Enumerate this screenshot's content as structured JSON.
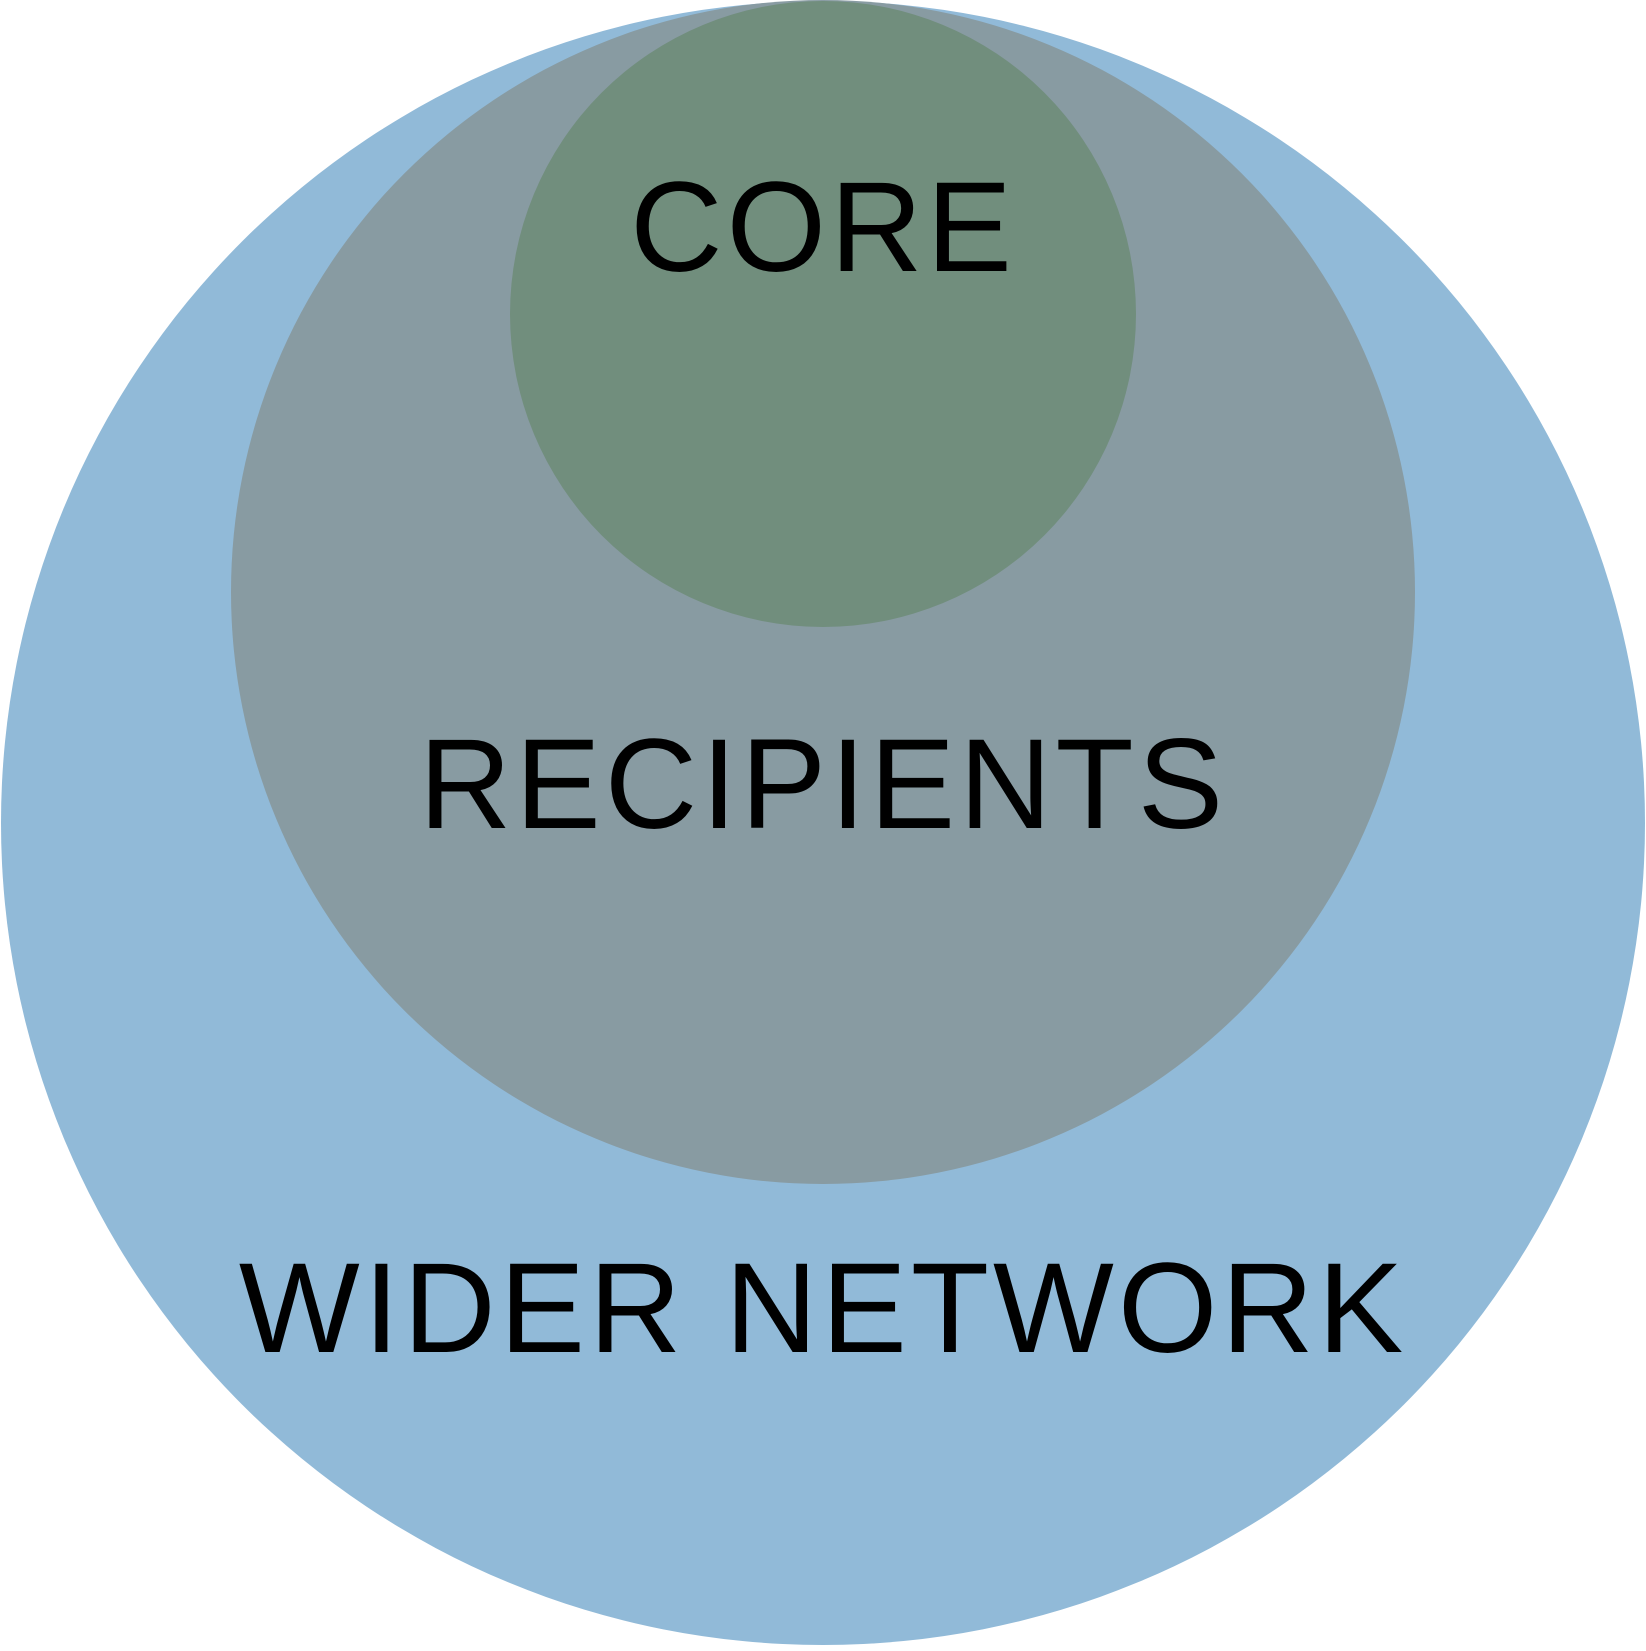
{
  "diagram": {
    "rings": [
      {
        "id": "outer",
        "label": "WIDER NETWORK",
        "color": "#91BAD8"
      },
      {
        "id": "middle",
        "label": "RECIPIENTS",
        "color": "#889BA2"
      },
      {
        "id": "inner",
        "label": "CORE",
        "color": "#718E7D"
      }
    ],
    "background_color": "#FFFFFF",
    "text_color": "#000000"
  }
}
